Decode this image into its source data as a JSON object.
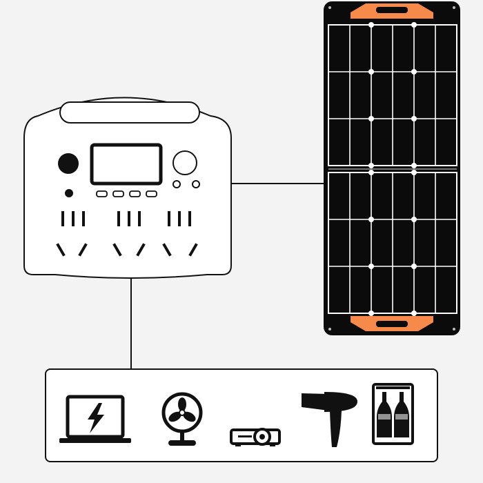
{
  "colors": {
    "background": "#f3f3f3",
    "outline": "#111111",
    "device_fill": "#ffffff",
    "panel_black": "#0b0b0b",
    "panel_grid": "#ffffff",
    "handle_orange": "#f58a4b"
  },
  "power_station": {
    "icon": "portable-power-station-icon",
    "ac_outlet_groups": 3,
    "usb_ports": 4
  },
  "solar_panel": {
    "icon": "folding-solar-panel-icon",
    "sections": 2,
    "cell_columns": 6,
    "cell_rows_per_section": 3,
    "handles": 2
  },
  "connections": [
    "solar-panel-to-power-station",
    "power-station-to-appliances"
  ],
  "appliances": [
    {
      "name": "laptop",
      "icon": "laptop-charging-icon"
    },
    {
      "name": "fan",
      "icon": "desk-fan-icon"
    },
    {
      "name": "projector",
      "icon": "projector-icon"
    },
    {
      "name": "hair-dryer",
      "icon": "hair-dryer-icon"
    },
    {
      "name": "mini-fridge",
      "icon": "mini-fridge-with-bottles-icon"
    }
  ]
}
